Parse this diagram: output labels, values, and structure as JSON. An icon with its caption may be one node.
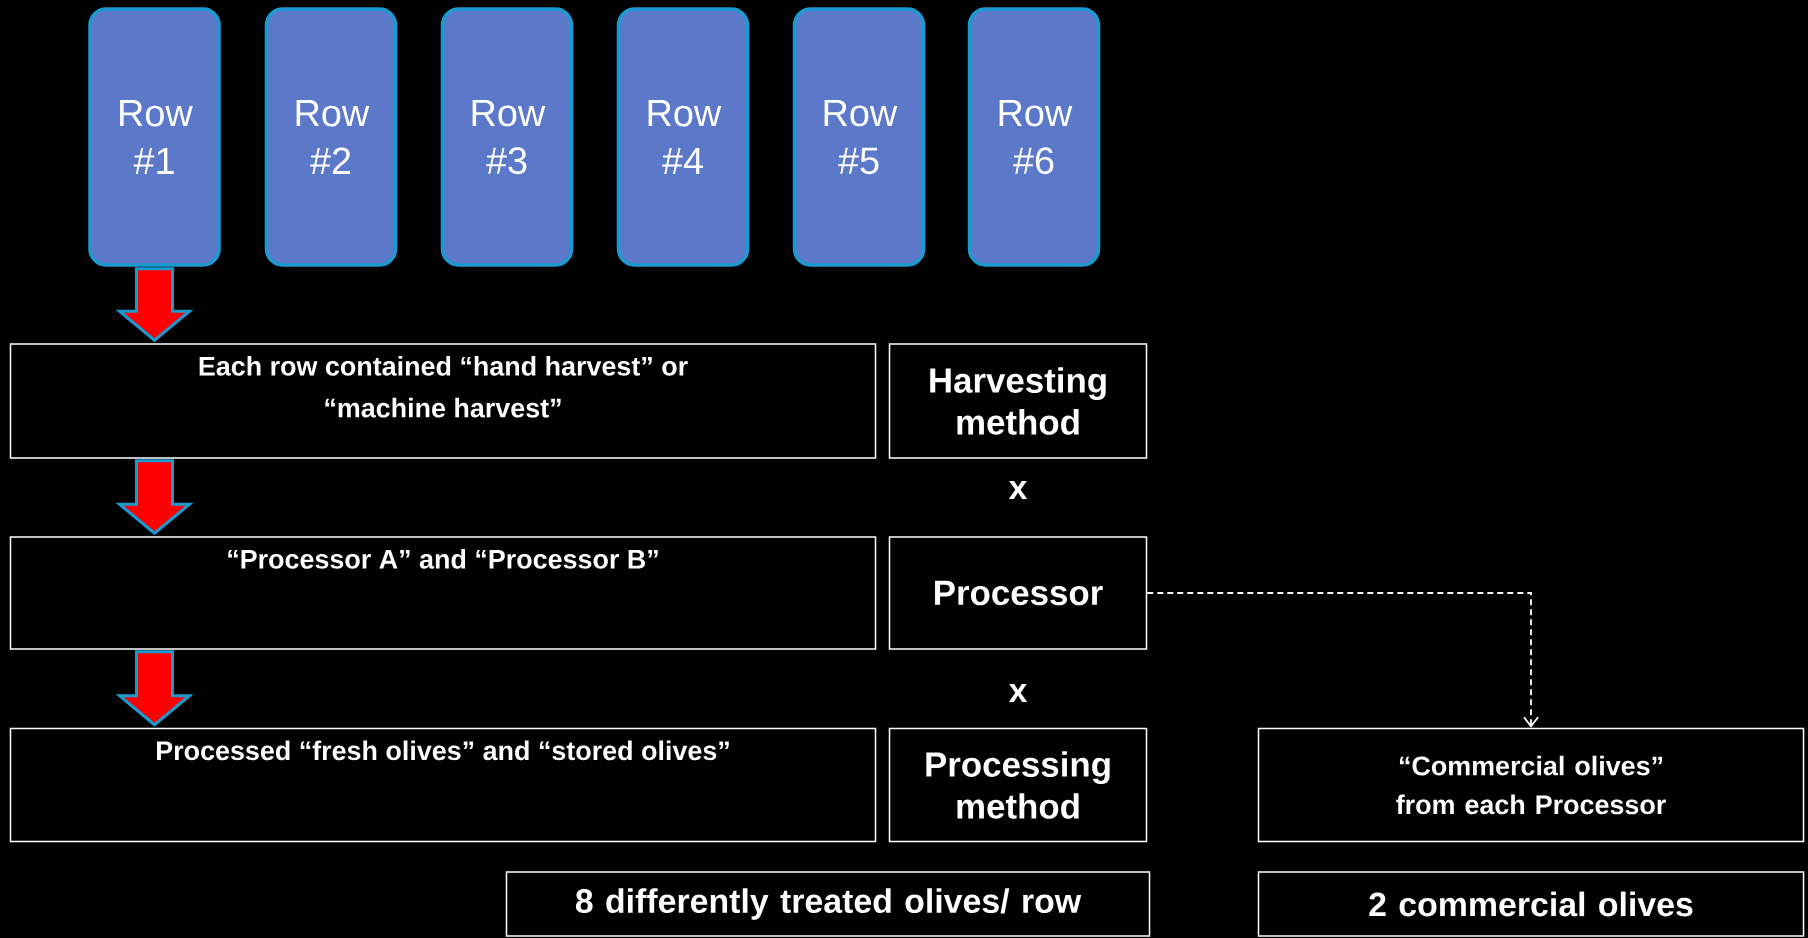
{
  "diagram": {
    "nodes": [
      {
        "text": [
          "Row #1"
        ]
      },
      {
        "text": [
          "Row #2"
        ]
      },
      {
        "text": [
          "Row #3"
        ]
      },
      {
        "text": [
          "Row #4"
        ]
      },
      {
        "text": [
          "Row #5"
        ]
      },
      {
        "text": [
          "Row #6"
        ]
      },
      {
        "text": [
          "Each row contained “hand harvest” or “machine harvest”"
        ]
      },
      {
        "text": [
          "Harvesting method"
        ]
      },
      {
        "text": [
          "“Processor A” and  “Processor B”"
        ]
      },
      {
        "text": [
          "Processor"
        ]
      },
      {
        "text": [
          "Processed  “fresh olives” and “stored olives”"
        ]
      },
      {
        "text": [
          "Processing method"
        ]
      },
      {
        "text": [
          "“Commercial olives” from each Processor"
        ]
      },
      {
        "text": [
          "8 differently treated olives/ row"
        ]
      },
      {
        "text": [
          "2 commercial olives"
        ]
      }
    ],
    "edges": [
      {
        "from": 0,
        "to": 6,
        "arrow": "to"
      },
      {
        "from": 6,
        "to": 8,
        "arrow": "to"
      },
      {
        "from": 8,
        "to": 10,
        "arrow": "to"
      },
      {
        "from": 9,
        "to": 12,
        "arrow": "to",
        "style": "dashed"
      }
    ],
    "labels": [
      "x",
      "x"
    ]
  }
}
